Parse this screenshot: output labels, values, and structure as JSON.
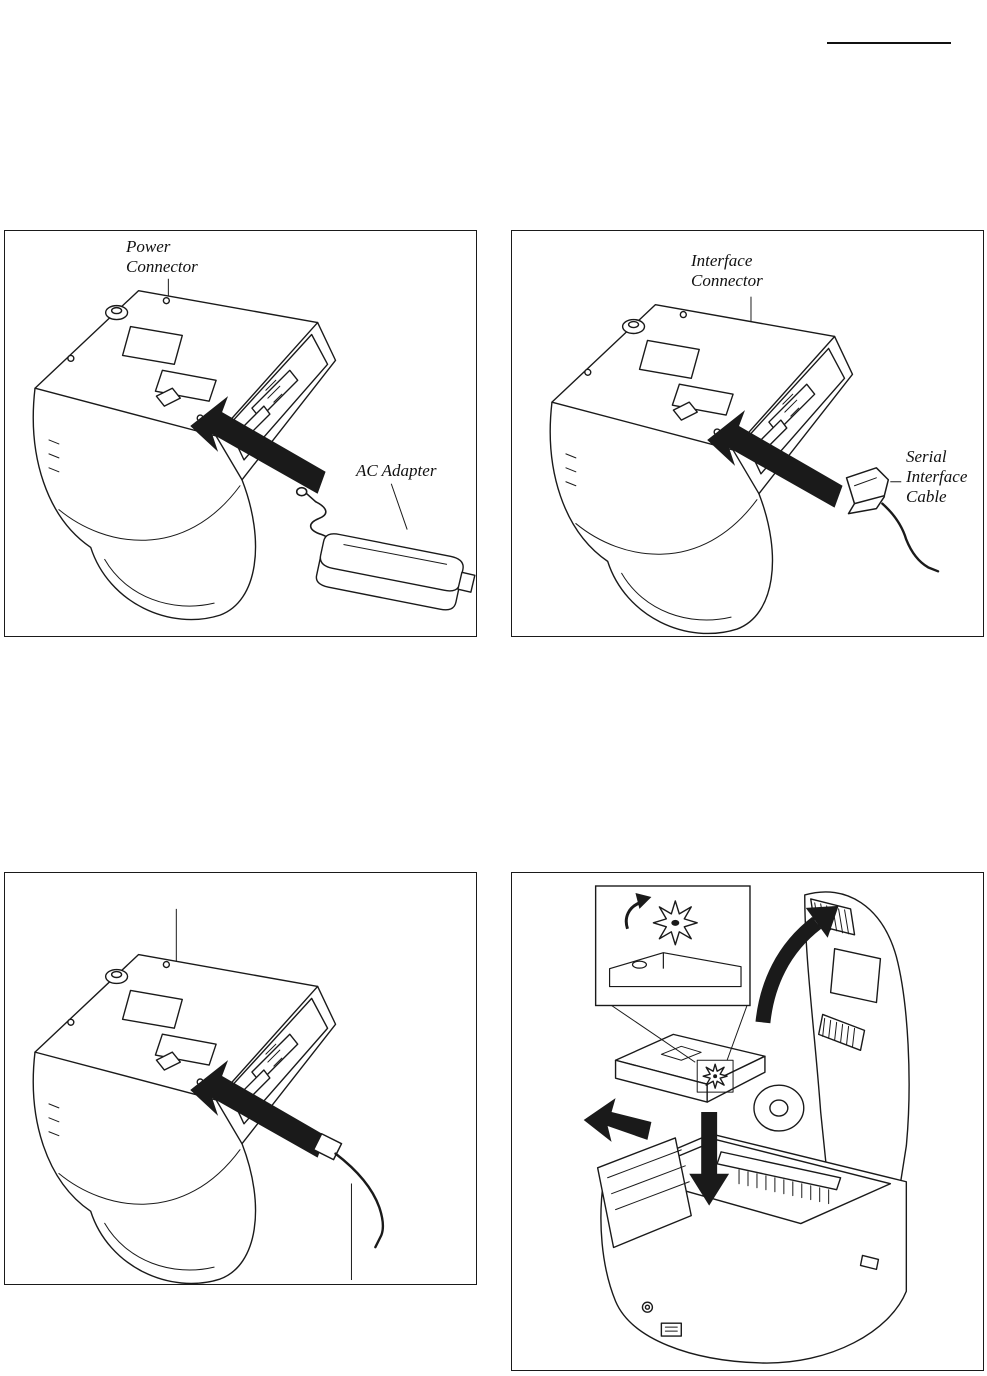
{
  "page": {
    "ink_color": "#1a1a1a",
    "background_color": "#ffffff"
  },
  "figures": {
    "power_connection": {
      "connector_label": [
        "Power",
        "Connector"
      ],
      "adapter_label": [
        "AC Adapter"
      ]
    },
    "interface_connection": {
      "connector_label": [
        "Interface",
        "Connector"
      ],
      "cable_label": [
        "Serial",
        "Interface",
        "Cable"
      ]
    }
  }
}
